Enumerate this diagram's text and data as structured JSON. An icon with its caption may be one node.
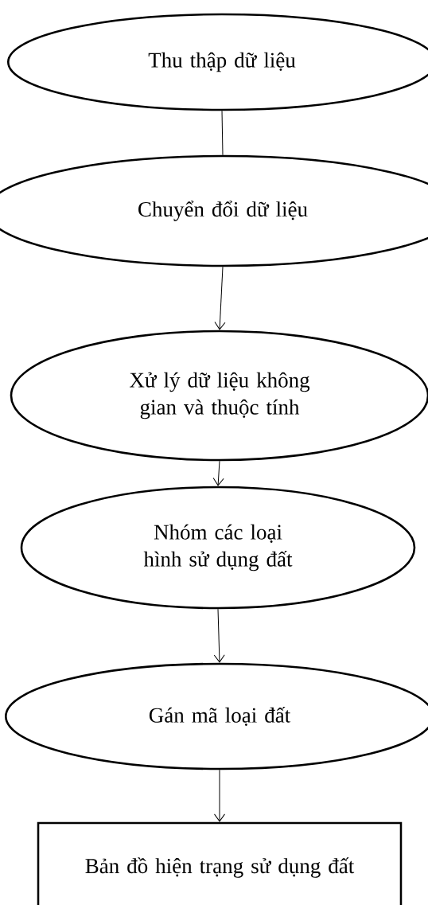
{
  "diagram": {
    "nodes": [
      {
        "text": [
          "Thu thập dữ liệu"
        ]
      },
      {
        "text": [
          "Chuyển đổi dữ liệu"
        ]
      },
      {
        "text": [
          "Xử lý dữ liệu không gian và thuộc tính"
        ]
      },
      {
        "text": [
          "Nhóm các loại hình sử dụng đất"
        ]
      },
      {
        "text": [
          "Gán mã loại đất"
        ]
      },
      {
        "text": [
          "Bản đồ hiện trạng sử dụng đất"
        ]
      }
    ],
    "edges": [
      {
        "from": 0,
        "to": 1,
        "arrow": "none"
      },
      {
        "from": 1,
        "to": 2,
        "arrow": "to"
      },
      {
        "from": 2,
        "to": 3,
        "arrow": "to"
      },
      {
        "from": 3,
        "to": 4,
        "arrow": "to"
      },
      {
        "from": 4,
        "to": 5,
        "arrow": "to"
      }
    ]
  }
}
